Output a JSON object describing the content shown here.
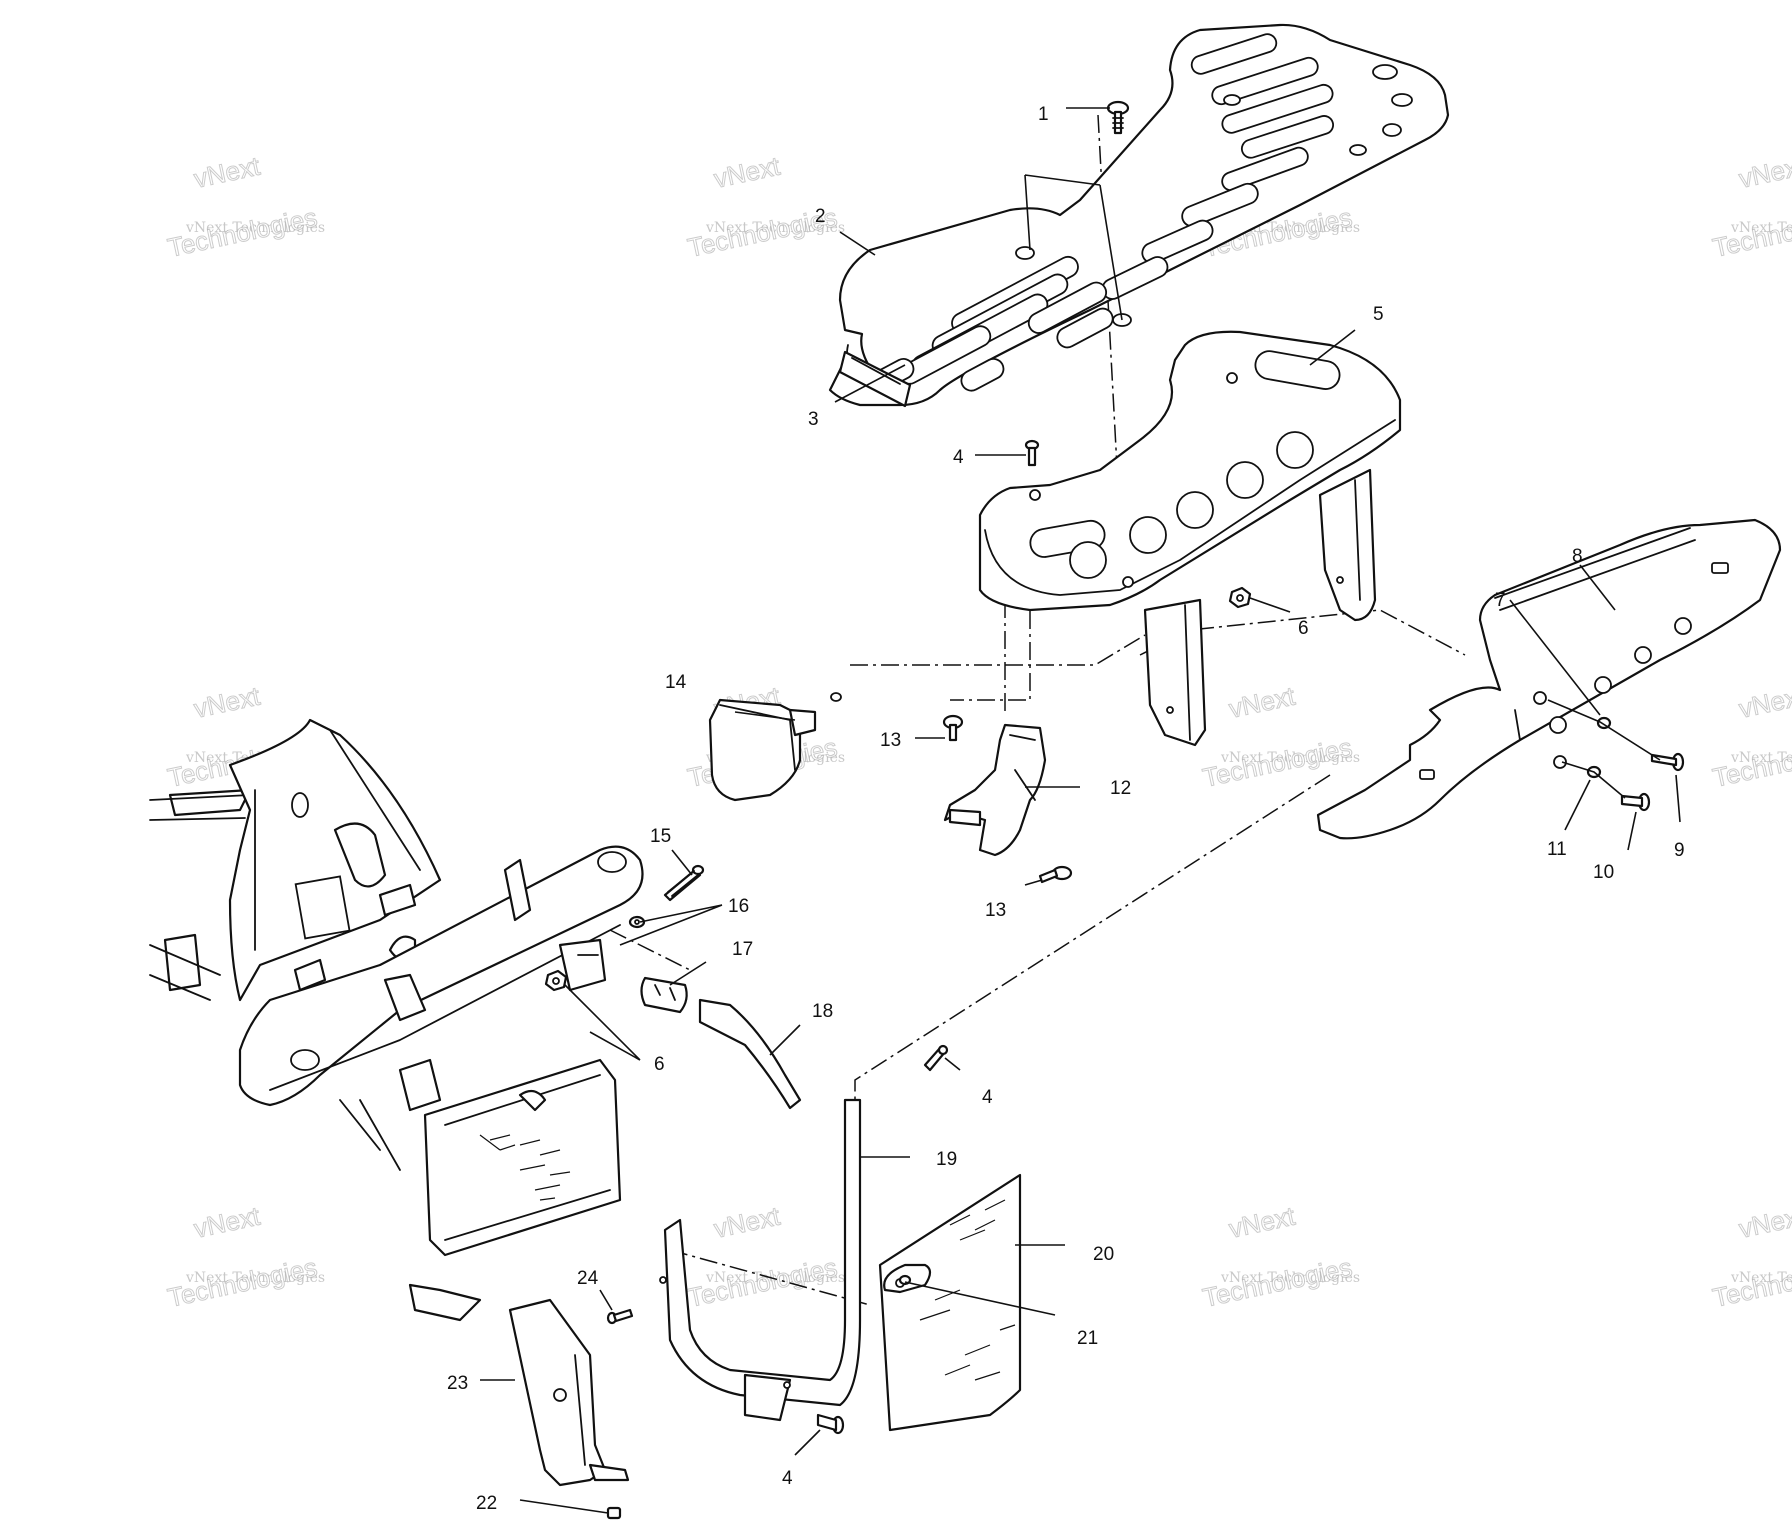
{
  "watermark": {
    "brand": "vNext",
    "small_line": "vNext Technologies",
    "big_line": "Technologies"
  },
  "callouts": [
    {
      "id": "c1",
      "text": "1"
    },
    {
      "id": "c2",
      "text": "2"
    },
    {
      "id": "c3",
      "text": "3"
    },
    {
      "id": "c4a",
      "text": "4"
    },
    {
      "id": "c5",
      "text": "5"
    },
    {
      "id": "c6a",
      "text": "6"
    },
    {
      "id": "c7",
      "text": "7"
    },
    {
      "id": "c8",
      "text": "8"
    },
    {
      "id": "c9",
      "text": "9"
    },
    {
      "id": "c10",
      "text": "10"
    },
    {
      "id": "c11",
      "text": "11"
    },
    {
      "id": "c12",
      "text": "12"
    },
    {
      "id": "c13a",
      "text": "13"
    },
    {
      "id": "c13b",
      "text": "13"
    },
    {
      "id": "c14",
      "text": "14"
    },
    {
      "id": "c15",
      "text": "15"
    },
    {
      "id": "c16",
      "text": "16"
    },
    {
      "id": "c17",
      "text": "17"
    },
    {
      "id": "c18",
      "text": "18"
    },
    {
      "id": "c6b",
      "text": "6"
    },
    {
      "id": "c4b",
      "text": "4"
    },
    {
      "id": "c19",
      "text": "19"
    },
    {
      "id": "c20",
      "text": "20"
    },
    {
      "id": "c21",
      "text": "21"
    },
    {
      "id": "c24",
      "text": "24"
    },
    {
      "id": "c23",
      "text": "23"
    },
    {
      "id": "c4c",
      "text": "4"
    },
    {
      "id": "c22",
      "text": "22"
    }
  ]
}
